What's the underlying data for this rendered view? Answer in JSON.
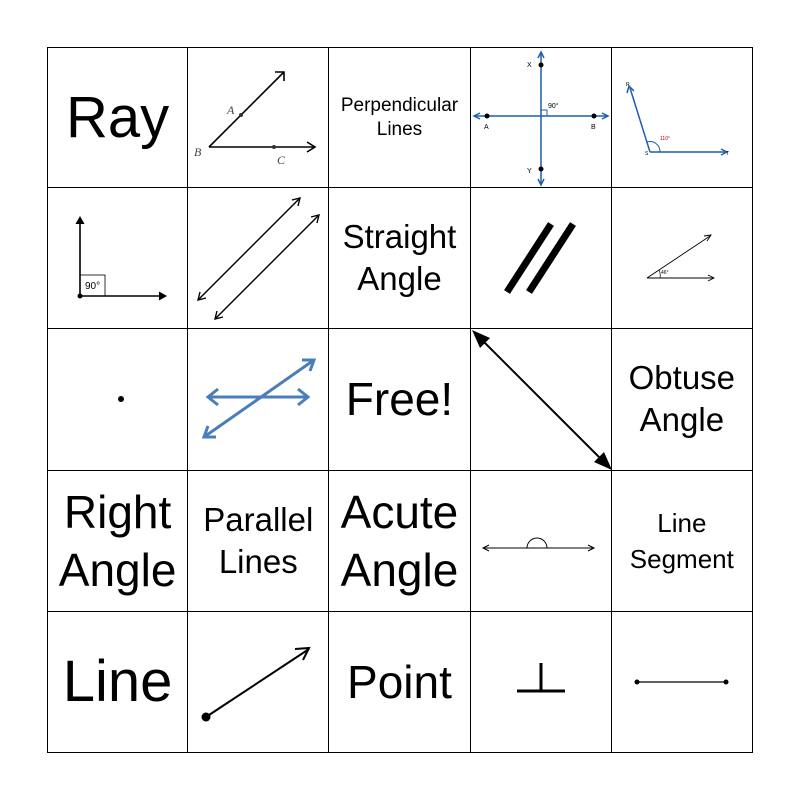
{
  "board": {
    "free": "Free!",
    "cells": {
      "ray": "Ray",
      "perpendicular_lines": [
        "Perpendicular",
        "Lines"
      ],
      "straight_angle": [
        "Straight",
        "Angle"
      ],
      "obtuse_angle": [
        "Obtuse",
        "Angle"
      ],
      "right_angle": [
        "Right",
        "Angle"
      ],
      "parallel_lines": [
        "Parallel",
        "Lines"
      ],
      "acute_angle": [
        "Acute",
        "Angle"
      ],
      "line_segment": [
        "Line",
        "Segment"
      ],
      "line": "Line",
      "point": "Point"
    },
    "figures": {
      "ray_angle_labels": [
        "A",
        "B",
        "C"
      ],
      "perp_labels": [
        "X",
        "A",
        "B",
        "Y"
      ],
      "perp_angle": "90°",
      "obtuse_labels": [
        "R",
        "S",
        "T"
      ],
      "obtuse_angle": "110°",
      "right_angle_value": "90°",
      "acute_angle_value": "46°"
    }
  },
  "colors": {
    "blue": "#4a7ebb",
    "diagram_blue": "#1f5fa8",
    "black": "#000000"
  }
}
